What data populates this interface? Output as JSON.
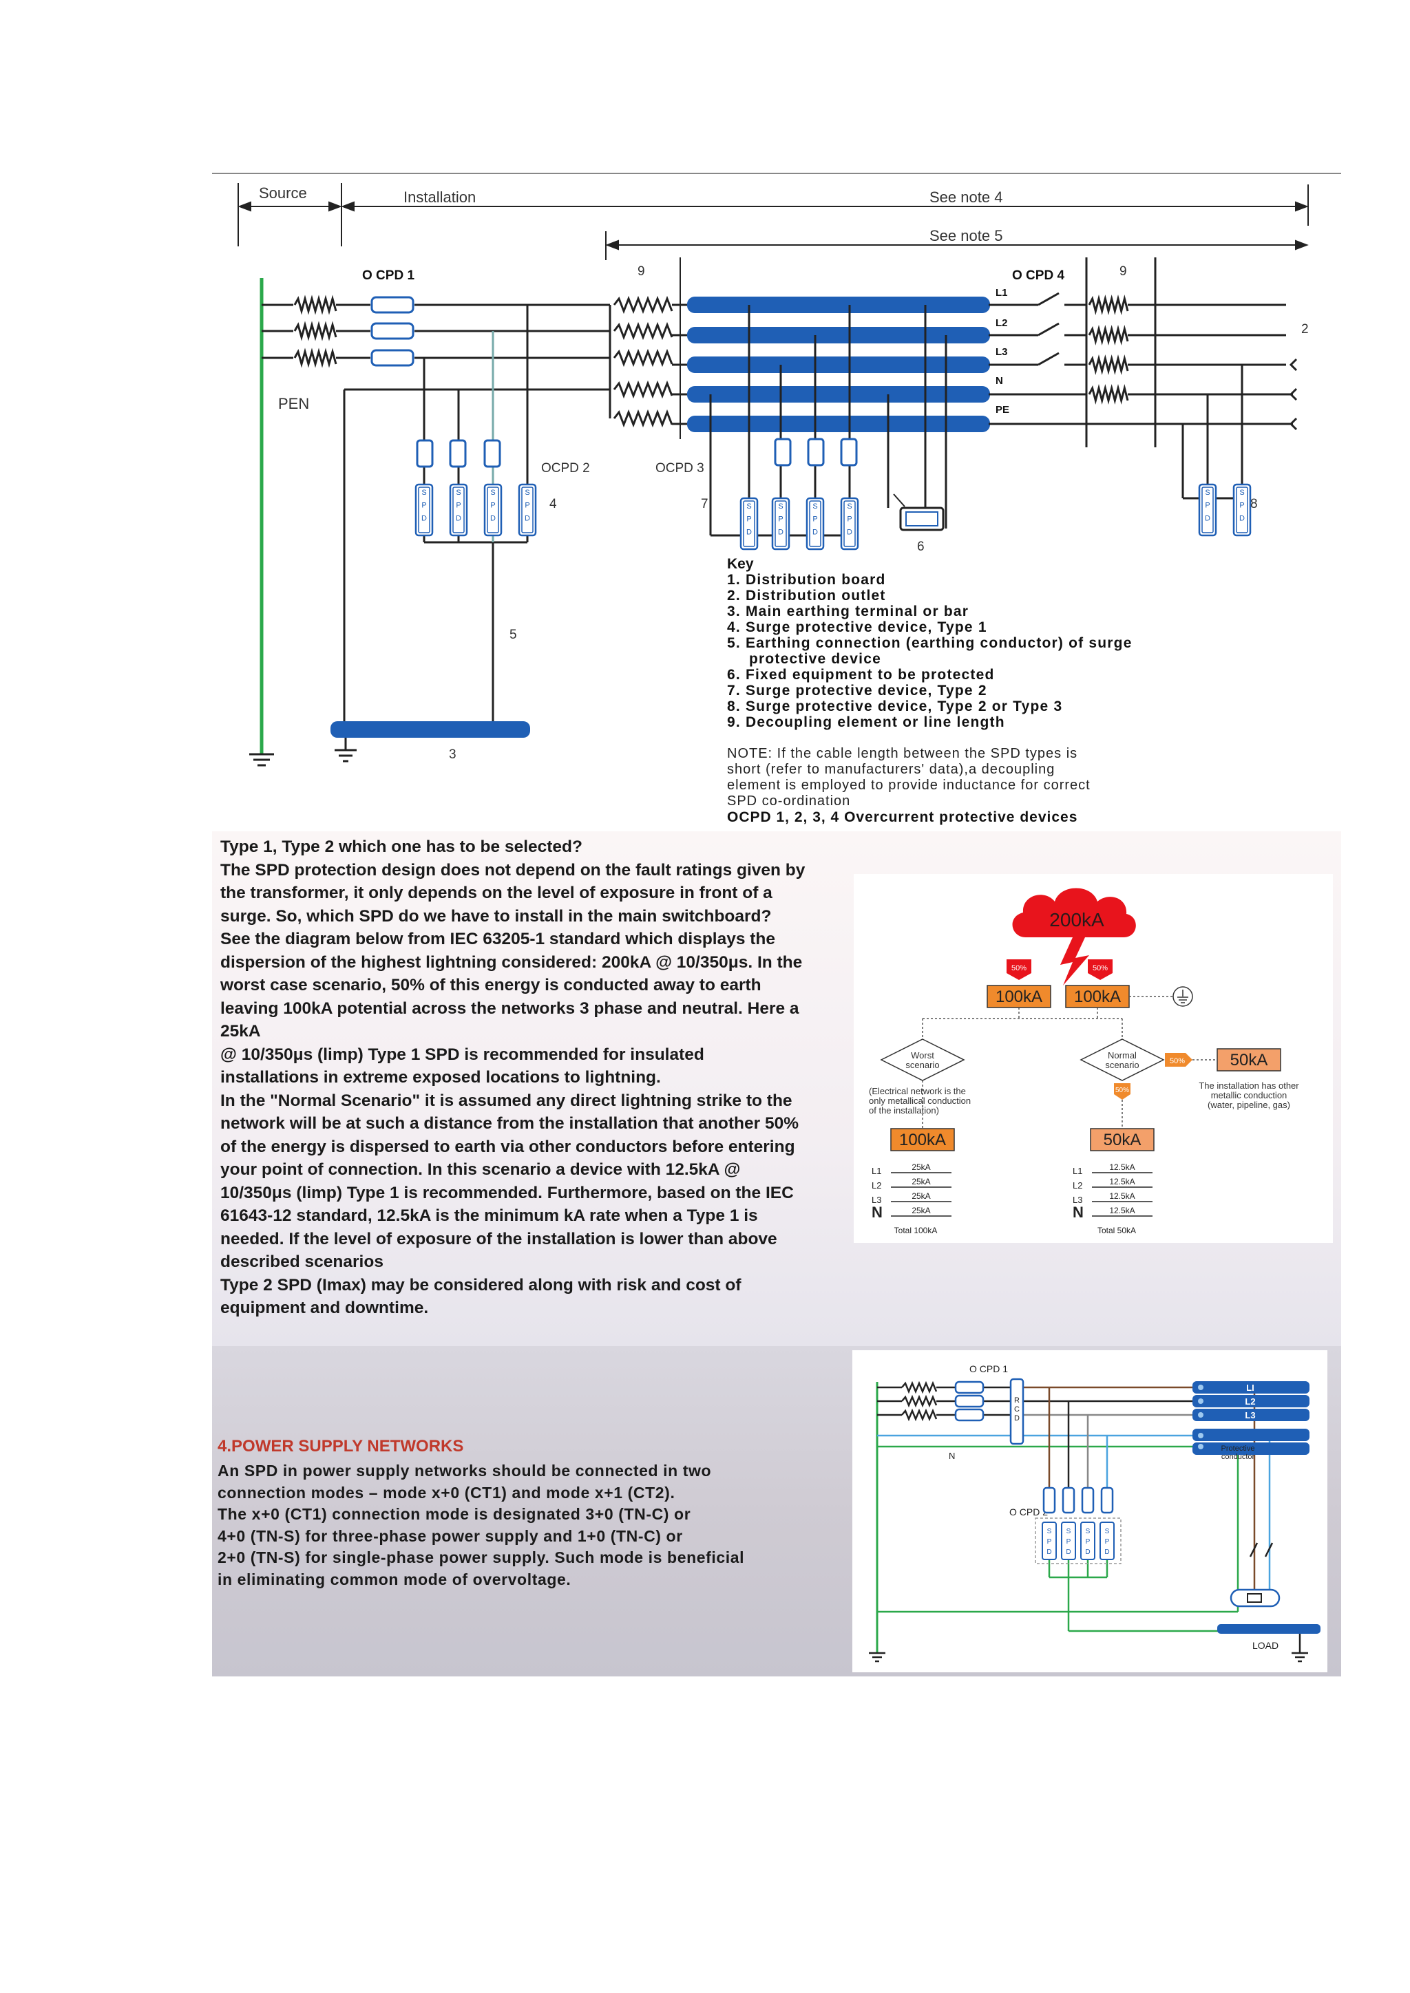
{
  "schematic": {
    "labels": {
      "source": "Source",
      "installation": "Installation",
      "see_note4": "See note 4",
      "see_note5": "See note 5",
      "ocpd1": "O CPD 1",
      "ocpd2": "OCPD 2",
      "ocpd3": "OCPD 3",
      "ocpd4": "O CPD 4",
      "pen": "PEN",
      "l1": "L1",
      "l2": "L2",
      "l3": "L3",
      "n": "N",
      "pe": "PE",
      "n9a": "9",
      "n9b": "9",
      "n2": "2",
      "n4": "4",
      "n5": "5",
      "n6": "6",
      "n7": "7",
      "n8": "8",
      "n3": "3",
      "spd": "SPD"
    },
    "key_title": "Key",
    "key_items": [
      "1. Distribution board",
      "2. Distribution outlet",
      "3. Main earthing terminal or bar",
      "4. Surge protective device, Type 1",
      "5. Earthing connection (earthing conductor) of surge",
      "protective device",
      "6. Fixed equipment to be protected",
      "7. Surge protective device, Type 2",
      "8. Surge protective device, Type 2 or Type 3",
      "9. Decoupling element or line length"
    ],
    "note_lines": [
      "NOTE: If the cable length between the SPD types is",
      "short (refer to manufacturers' data),a decoupling",
      "element is employed to provide inductance for correct",
      "SPD co-ordination"
    ],
    "ocpd_line": "OCPD 1, 2, 3, 4 Overcurrent protective devices"
  },
  "article": {
    "paragraphs": [
      "Type 1, Type 2 which one has to be selected?",
      "The SPD protection design does not depend on the fault ratings given by the transformer, it only depends on the level of exposure in front of a surge. So, which SPD do we have to install in the main switchboard?",
      "See the diagram below from IEC 63205-1 standard which displays the dispersion of the highest lightning considered: 200kA @ 10/350μs. In the worst case scenario, 50% of this energy is conducted away to earth leaving 100kA potential across the networks 3 phase and neutral. Here a 25kA",
      "@ 10/350μs (limp) Type 1 SPD is recommended for insulated installations in extreme exposed locations to lightning.",
      "In the \"Normal Scenario\" it is assumed any direct lightning strike to the network will be at such a distance from the installation that another 50% of the energy is dispersed to earth via other conductors before entering your point of connection. In this scenario a device with 12.5kA @ 10/350μs (limp) Type 1 is recommended. Furthermore, based on the IEC 61643-12 standard, 12.5kA is the minimum kA rate when a Type 1 is needed. If the level of exposure of the installation is lower than above described scenarios",
      "Type 2 SPD (Imax) may be considered along with risk and cost of equipment and downtime."
    ]
  },
  "lightning": {
    "cloud": "200kA",
    "pct": "50%",
    "left_top": "100kA",
    "right_top": "100kA",
    "worst": [
      "Worst",
      "scenario"
    ],
    "normal": [
      "Normal",
      "scenario"
    ],
    "worst_note": [
      "(Electrical network is the",
      "only metallical conduction",
      "of the installation)"
    ],
    "side_value": "50kA",
    "side_note": [
      "The installation has other",
      "metallic conduction",
      "(water, pipeline, gas)"
    ],
    "left_box": "100kA",
    "right_box": "50kA",
    "phases": [
      "L1",
      "L2",
      "L3",
      "N"
    ],
    "left_values": [
      "25kA",
      "25kA",
      "25kA",
      "25kA"
    ],
    "right_values": [
      "12.5kA",
      "12.5kA",
      "12.5kA",
      "12.5kA"
    ],
    "left_total": "Total 100kA",
    "right_total": "Total 50kA"
  },
  "networks": {
    "heading": "4.POWER SUPPLY NETWORKS",
    "lines": [
      "An SPD in power supply networks should be connected in two",
      "connection modes – mode x+0 (CT1) and mode x+1 (CT2).",
      "The x+0 (CT1) connection mode is designated 3+0 (TN-C) or",
      "4+0 (TN-S) for three-phase power supply and 1+0 (TN-C) or",
      "2+0 (TN-S) for single-phase power supply. Such mode is beneficial",
      "in eliminating common mode of overvoltage."
    ]
  },
  "network_diagram": {
    "ocpd1": "O CPD 1",
    "ocpd2": "O CPD 2",
    "rcd": "RCD",
    "n": "N",
    "l1": "LI",
    "l2": "L2",
    "l3": "L3",
    "protective": [
      "Protective",
      "conductor"
    ],
    "load": "LOAD",
    "spd": "SPD"
  },
  "colors": {
    "busbar": "#1f5fb5",
    "earth_green": "#2ba84a",
    "lightning_red": "#e8141c",
    "box_orange": "#f08a2c",
    "heading_red": "#c0392b",
    "neutral_blue": "#4aa3df",
    "brown": "#7a4a2a"
  }
}
